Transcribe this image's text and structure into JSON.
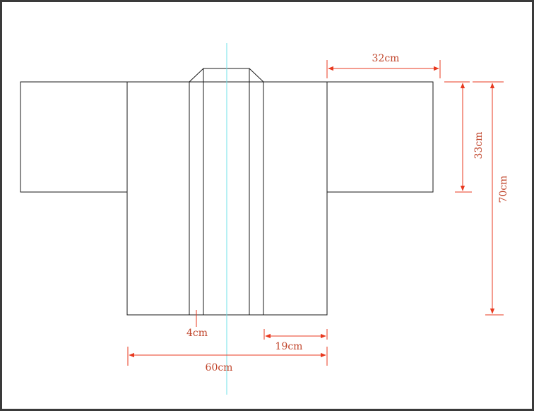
{
  "colors": {
    "outline": "#1a1a1a",
    "dimension": "#e8391f",
    "dimension_text": "#c0442a",
    "center_line": "#6fe0ea",
    "frame": "#3a3a3a"
  },
  "dimensions": {
    "sleeve_width": "32cm",
    "sleeve_height": "33cm",
    "total_length": "70cm",
    "collar_band_width": "4cm",
    "front_panel_width": "19cm",
    "body_width": "60cm"
  }
}
